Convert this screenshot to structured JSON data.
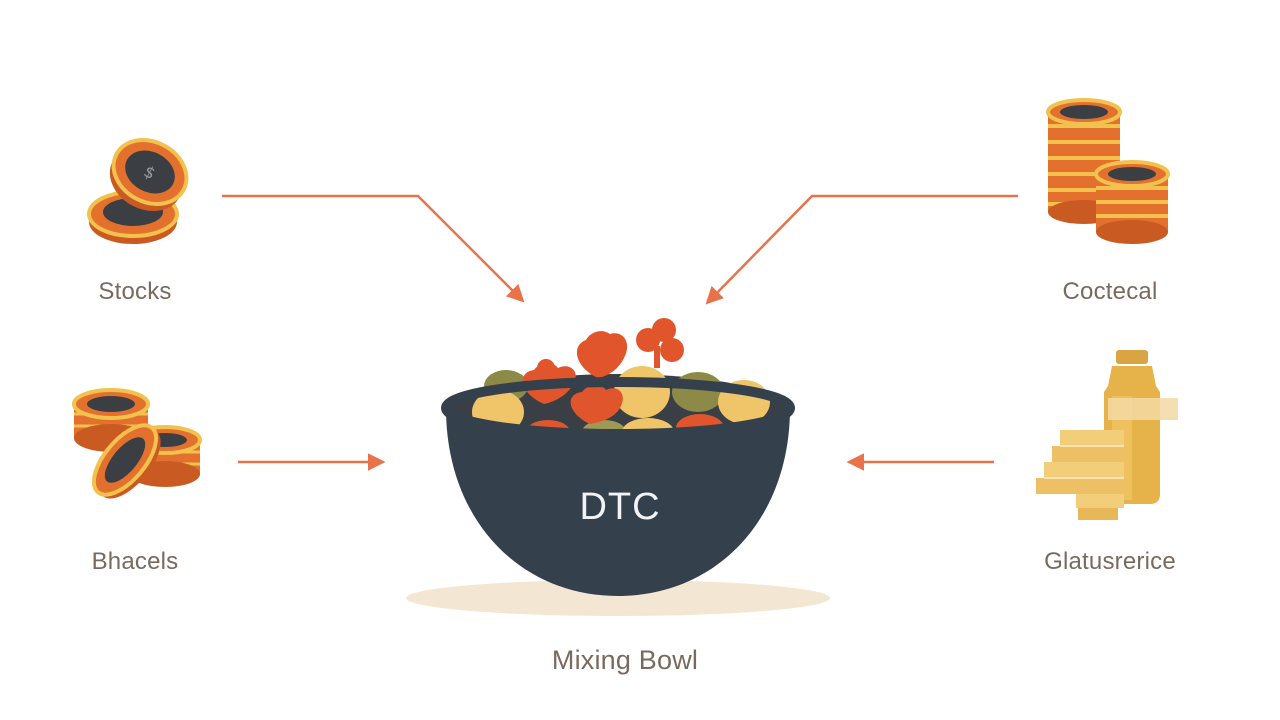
{
  "diagram": {
    "inputs": [
      {
        "label": "Stocks",
        "icon": "coin-stack-icon"
      },
      {
        "label": "Bhacels",
        "icon": "coin-stack-icon"
      },
      {
        "label": "Coctecal",
        "icon": "coin-tower-icon"
      },
      {
        "label": "Glatusrerice",
        "icon": "gold-bars-bottle-icon"
      }
    ],
    "bowl": {
      "text": "DTC",
      "caption": "Mixing Bowl"
    }
  },
  "colors": {
    "arrow": "#e8734a",
    "bowl": "#34404c",
    "coin_orange": "#e4702e",
    "coin_gold": "#f2c14e",
    "coin_face": "#3b3f44",
    "label": "#7a6a5e",
    "shadow": "#f3e6d3"
  }
}
